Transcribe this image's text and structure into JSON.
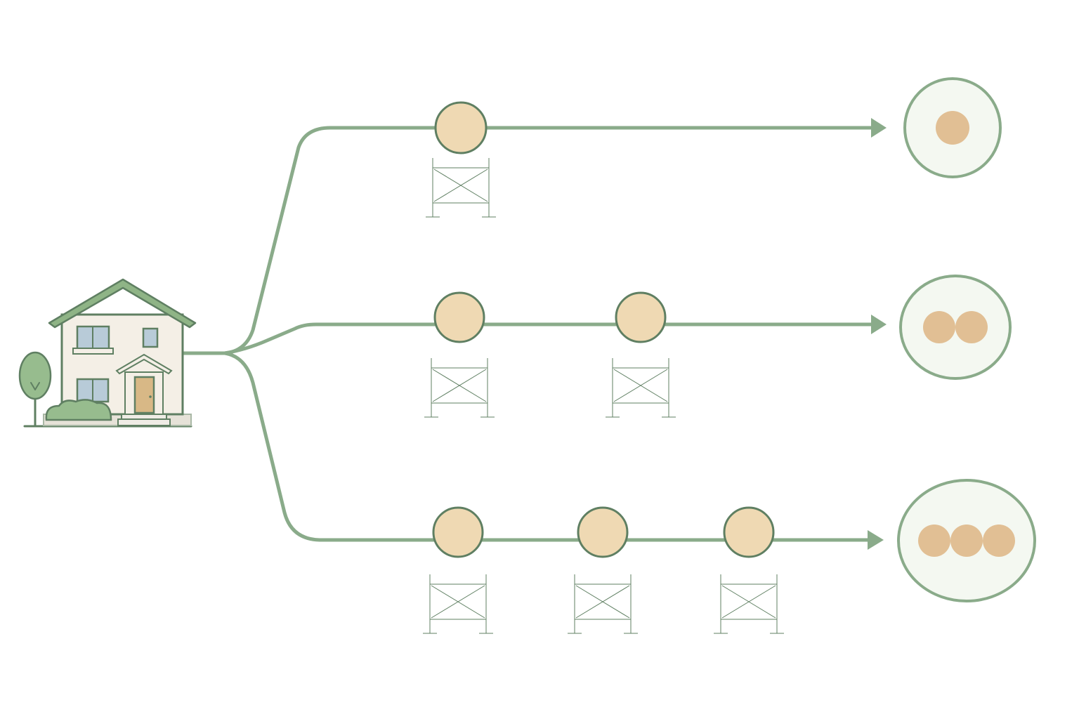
{
  "colors": {
    "line": "#8aab8a",
    "line_dark": "#5f7f62",
    "coin_fill": "#efd9b3",
    "coin_stroke": "#5f7f62",
    "result_fill": "#f4f8f1",
    "result_dot": "#e1bf94",
    "house_wall": "#f4efe6",
    "house_roof": "#8fb486",
    "window": "#b8cbd8",
    "door": "#d8b886",
    "tree": "#97bc8e",
    "background": "#ffffff"
  },
  "icons": {
    "house": "house-icon",
    "tree": "tree-icon",
    "coin": "coin-icon",
    "scaffold": "scaffold-icon",
    "result": "result-circle-icon"
  },
  "paths": [
    {
      "name": "path-one-stage",
      "stages": 1,
      "result_count": 1
    },
    {
      "name": "path-two-stages",
      "stages": 2,
      "result_count": 2
    },
    {
      "name": "path-three-stages",
      "stages": 3,
      "result_count": 3
    }
  ]
}
